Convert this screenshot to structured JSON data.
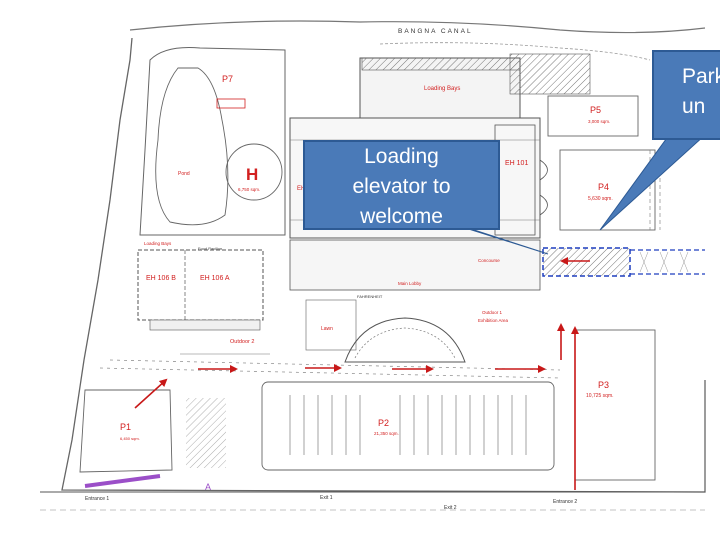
{
  "map": {
    "canal_label": "BANGNA CANAL",
    "zones": {
      "p7": "P7",
      "pond": "Pond",
      "helipad": "H",
      "helipad_area": "6,750 sqm.",
      "loading_bays_top": "Loading Bays",
      "p5": "P5",
      "p5_area": "3,000 sqm.",
      "p4": "P4",
      "p4_area": "5,630 sqm.",
      "eh101": "EH 101",
      "eh_partial": "EH",
      "loading_bays_left": "Loading Bays",
      "food_pavilion": "Food Pavilion",
      "eh106b": "EH 106 B",
      "eh106a": "EH 106 A",
      "outdoor2": "Outdoor 2",
      "concourse": "Concourse",
      "fahrenheit": "FAHRENHEIT",
      "main_lobby": "Main Lobby",
      "lawn": "Lawn",
      "outdoor1": "Outdoor 1",
      "exhibition_area": "Exhibition Area",
      "p3": "P3",
      "p3_area": "10,725 sqm.",
      "p2": "P2",
      "p2_area": "21,350 sqm.",
      "p1": "P1",
      "p1_area": "6,450 sqm.",
      "entrance1": "Entrance 1",
      "exit1": "Exit 1",
      "exit2": "Exit 2",
      "entrance2": "Entrance 2"
    },
    "colors": {
      "zone_red": "#d22020",
      "line_gray": "#555555",
      "arrow_red": "#c81818",
      "callout_blue": "#4a7ab8",
      "callout_border": "#2d5a94",
      "walkway_blue": "#1f3fbf",
      "purple_marker": "#9b4fc8"
    }
  },
  "callouts": {
    "loading": [
      "Loading",
      "elevator to",
      "welcome"
    ],
    "parking": [
      "Park",
      "un"
    ]
  }
}
